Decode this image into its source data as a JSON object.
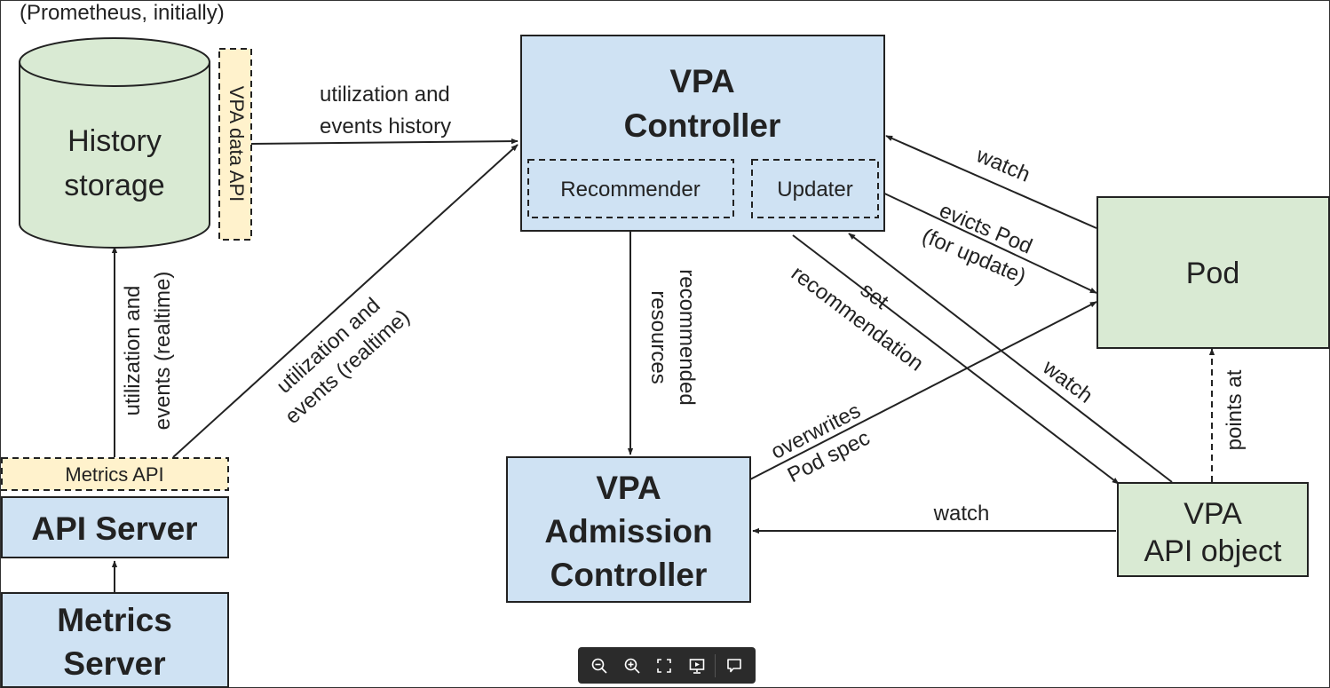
{
  "nodes": {
    "history_storage": {
      "line1": "History",
      "line2": "storage",
      "caption": "(Prometheus, initially)"
    },
    "vpa_data_api": "VPA data API",
    "vpa_controller": {
      "line1": "VPA",
      "line2": "Controller",
      "recommender": "Recommender",
      "updater": "Updater"
    },
    "pod": "Pod",
    "metrics_api": "Metrics API",
    "api_server": "API Server",
    "metrics_server": {
      "line1": "Metrics",
      "line2": "Server"
    },
    "admission_controller": {
      "line1": "VPA",
      "line2": "Admission",
      "line3": "Controller"
    },
    "vpa_api_object": {
      "line1": "VPA",
      "line2": "API object"
    }
  },
  "edges": {
    "history_to_controller": {
      "line1": "utilization and",
      "line2": "events history"
    },
    "api_to_history": {
      "line1": "utilization and",
      "line2": "events (realtime)"
    },
    "api_to_controller": {
      "line1": "utilization and",
      "line2": "events (realtime)"
    },
    "recommended_resources": {
      "line1": "recommended",
      "line2": "resources"
    },
    "pod_watch": "watch",
    "evicts_pod": {
      "line1": "evicts Pod",
      "line2": "(for update)"
    },
    "set_recommendation": {
      "line1": "set",
      "line2": "recommendation"
    },
    "object_watch_controller": "watch",
    "overwrites_pod_spec": {
      "line1": "overwrites",
      "line2": "Pod spec"
    },
    "object_watch_admission": "watch",
    "points_at": "points at"
  },
  "colors": {
    "blue_fill": "#cfe2f3",
    "green_fill": "#d9ead3",
    "yellow_fill": "#fff2cc",
    "stroke": "#222222",
    "toolbar": "#2b2b2b"
  },
  "toolbar": {
    "icons": [
      "zoom-out-icon",
      "zoom-in-icon",
      "fullscreen-icon",
      "present-icon",
      "comment-icon"
    ]
  }
}
